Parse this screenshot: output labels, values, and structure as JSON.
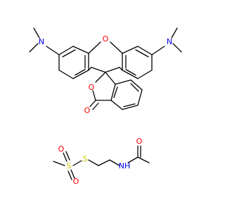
{
  "title": "",
  "colors": {
    "bond": "#000000",
    "nitrogen": "#0000FF",
    "oxygen": "#FF0000",
    "sulfur": "#CCCC00",
    "carbon": "#000000"
  },
  "atoms": {
    "rhodamine_o_xanthene": "O",
    "rhodamine_n_left": "N",
    "rhodamine_n_right": "N",
    "lactone_o_ring": "O",
    "lactone_o_carbonyl": "O",
    "mts_s_sulfonyl": "S",
    "mts_s_thio": "S",
    "mts_o_top": "O",
    "mts_o_bottom": "O",
    "amide_nh": "NH",
    "amide_o": "O"
  }
}
